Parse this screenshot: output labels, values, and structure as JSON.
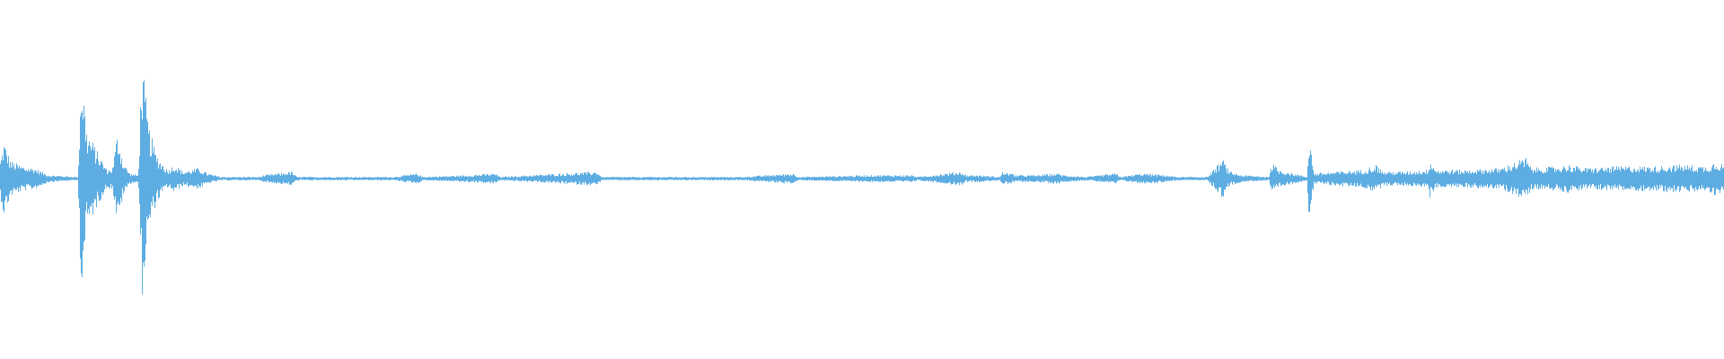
{
  "waveform": {
    "color": "#5dade2",
    "background": "#ffffff",
    "amplitude_envelope": [
      [
        0.0,
        0.1
      ],
      [
        0.002,
        0.21
      ],
      [
        0.006,
        0.1
      ],
      [
        0.013,
        0.07
      ],
      [
        0.02,
        0.06
      ],
      [
        0.022,
        0.05
      ],
      [
        0.028,
        0.02
      ],
      [
        0.045,
        0.01
      ],
      [
        0.047,
        0.66
      ],
      [
        0.05,
        0.28
      ],
      [
        0.054,
        0.2
      ],
      [
        0.058,
        0.12
      ],
      [
        0.062,
        0.05
      ],
      [
        0.065,
        0.06
      ],
      [
        0.068,
        0.27
      ],
      [
        0.071,
        0.1
      ],
      [
        0.075,
        0.03
      ],
      [
        0.08,
        0.02
      ],
      [
        0.082,
        0.68
      ],
      [
        0.086,
        0.3
      ],
      [
        0.09,
        0.15
      ],
      [
        0.093,
        0.1
      ],
      [
        0.097,
        0.05
      ],
      [
        0.101,
        0.08
      ],
      [
        0.106,
        0.04
      ],
      [
        0.115,
        0.06
      ],
      [
        0.12,
        0.03
      ],
      [
        0.128,
        0.01
      ],
      [
        0.15,
        0.01
      ],
      [
        0.153,
        0.02
      ],
      [
        0.169,
        0.04
      ],
      [
        0.172,
        0.01
      ],
      [
        0.185,
        0.01
      ],
      [
        0.228,
        0.01
      ],
      [
        0.242,
        0.03
      ],
      [
        0.245,
        0.01
      ],
      [
        0.271,
        0.02
      ],
      [
        0.287,
        0.03
      ],
      [
        0.29,
        0.01
      ],
      [
        0.308,
        0.02
      ],
      [
        0.346,
        0.04
      ],
      [
        0.349,
        0.01
      ],
      [
        0.43,
        0.01
      ],
      [
        0.46,
        0.03
      ],
      [
        0.463,
        0.01
      ],
      [
        0.505,
        0.02
      ],
      [
        0.529,
        0.02
      ],
      [
        0.532,
        0.01
      ],
      [
        0.557,
        0.04
      ],
      [
        0.56,
        0.02
      ],
      [
        0.567,
        0.02
      ],
      [
        0.58,
        0.01
      ],
      [
        0.581,
        0.04
      ],
      [
        0.59,
        0.02
      ],
      [
        0.6,
        0.02
      ],
      [
        0.613,
        0.03
      ],
      [
        0.617,
        0.02
      ],
      [
        0.63,
        0.01
      ],
      [
        0.647,
        0.03
      ],
      [
        0.65,
        0.01
      ],
      [
        0.662,
        0.03
      ],
      [
        0.676,
        0.02
      ],
      [
        0.683,
        0.01
      ],
      [
        0.7,
        0.01
      ],
      [
        0.709,
        0.11
      ],
      [
        0.713,
        0.04
      ],
      [
        0.72,
        0.02
      ],
      [
        0.736,
        0.01
      ],
      [
        0.737,
        0.09
      ],
      [
        0.742,
        0.05
      ],
      [
        0.75,
        0.03
      ],
      [
        0.758,
        0.01
      ],
      [
        0.759,
        0.26
      ],
      [
        0.762,
        0.03
      ],
      [
        0.775,
        0.04
      ],
      [
        0.79,
        0.05
      ],
      [
        0.798,
        0.08
      ],
      [
        0.802,
        0.04
      ],
      [
        0.815,
        0.04
      ],
      [
        0.828,
        0.05
      ],
      [
        0.829,
        0.11
      ],
      [
        0.833,
        0.05
      ],
      [
        0.85,
        0.05
      ],
      [
        0.87,
        0.06
      ],
      [
        0.885,
        0.12
      ],
      [
        0.888,
        0.06
      ],
      [
        0.905,
        0.07
      ],
      [
        0.909,
        0.08
      ],
      [
        0.92,
        0.06
      ],
      [
        0.94,
        0.07
      ],
      [
        0.96,
        0.07
      ],
      [
        0.975,
        0.08
      ],
      [
        0.99,
        0.07
      ],
      [
        0.995,
        0.1
      ],
      [
        1.0,
        0.08
      ]
    ]
  }
}
